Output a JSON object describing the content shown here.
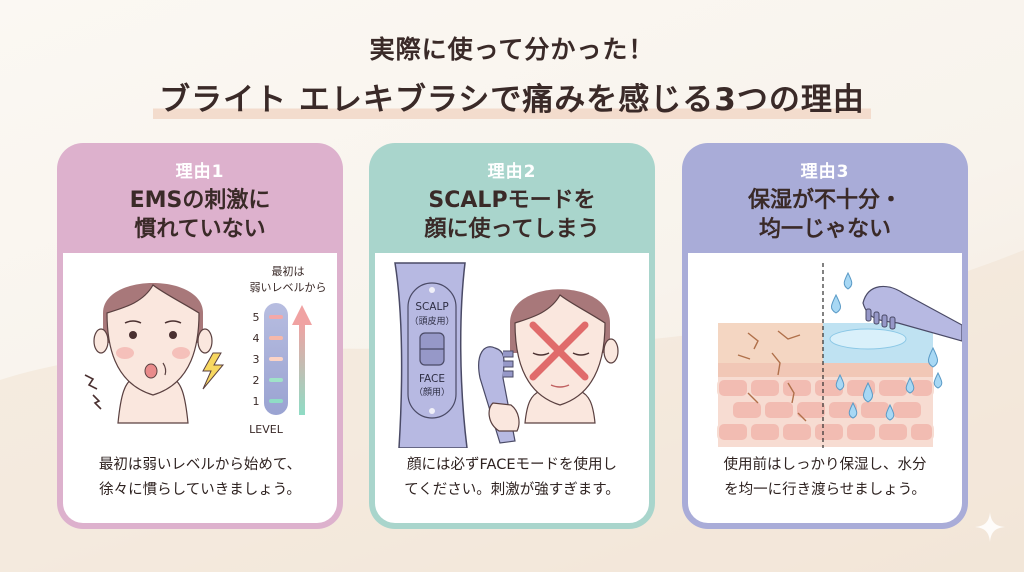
{
  "title": {
    "line1": "実際に使って分かった！",
    "line2": "ブライト エレキブラシで痛みを感じる3つの理由"
  },
  "colors": {
    "card1_accent": "#ddb1cd",
    "card2_accent": "#a9d5cc",
    "card3_accent": "#a9acd8",
    "warning_cross": "#e06b6b",
    "level_high": "#f0a2a2",
    "level_low": "#8fdcc5"
  },
  "cards": [
    {
      "reason_label": "理由1",
      "heading_line1": "EMSの刺激に",
      "heading_line2": "慣れていない",
      "illustration": {
        "type": "face-with-shock",
        "icons": [
          "face-icon",
          "lightning-icon",
          "shock-marks-icon"
        ],
        "note_line1": "最初は",
        "note_line2": "弱いレベルから",
        "level_meter": {
          "levels": [
            "5",
            "4",
            "3",
            "2",
            "1"
          ],
          "axis_label": "LEVEL",
          "arrow": "up"
        }
      },
      "caption_line1": "最初は弱いレベルから始めて、",
      "caption_line2": "徐々に慣らしていきましょう。"
    },
    {
      "reason_label": "理由2",
      "heading_line1": "SCALPモードを",
      "heading_line2": "顔に使ってしまう",
      "illustration": {
        "type": "mode-switch-and-face",
        "switch": {
          "top_label": "SCALP",
          "top_sub": "（頭皮用）",
          "bottom_label": "FACE",
          "bottom_sub": "（顔用）"
        },
        "icons": [
          "brush-icon",
          "cross-icon",
          "face-icon"
        ]
      },
      "caption_line1": "顔には必ずFACEモードを使用し",
      "caption_line2": "てください。刺激が強すぎます。"
    },
    {
      "reason_label": "理由3",
      "heading_line1": "保湿が不十分・",
      "heading_line2": "均一じゃない",
      "illustration": {
        "type": "skin-cross-section",
        "left": "dry-cracked-skin",
        "right": "moisturized-skin",
        "icons": [
          "water-drop-icon",
          "brush-icon"
        ]
      },
      "caption_line1": "使用前はしっかり保湿し、水分",
      "caption_line2": "を均一に行き渡らせましょう。"
    }
  ]
}
